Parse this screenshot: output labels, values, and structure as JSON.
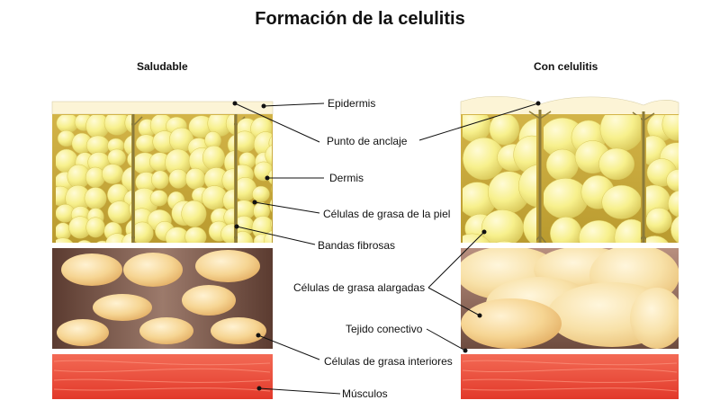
{
  "title": "Formación de la celulitis",
  "panels": {
    "left_title": "Saludable",
    "right_title": "Con celulitis"
  },
  "labels": {
    "epidermis": "Epidermis",
    "anchor_point": "Punto de anclaje",
    "dermis": "Dermis",
    "skin_fat_cells": "Células de grasa de la piel",
    "fibrous_bands": "Bandas fibrosas",
    "elongated_fat_cells": "Células de grasa alargadas",
    "connective_tissue": "Tejido conectivo",
    "inner_fat_cells": "Células de grasa interiores",
    "muscles": "Músculos"
  },
  "colors": {
    "epidermis": "#fcf4d6",
    "dermis": "#c9a93a",
    "fat_cell": "#f6f18f",
    "connective_tissue": "#6e4c3f",
    "inner_fat": "#f4cc80",
    "muscle": "#ef4b3a",
    "fibrous_band": "#8a7a3a"
  }
}
